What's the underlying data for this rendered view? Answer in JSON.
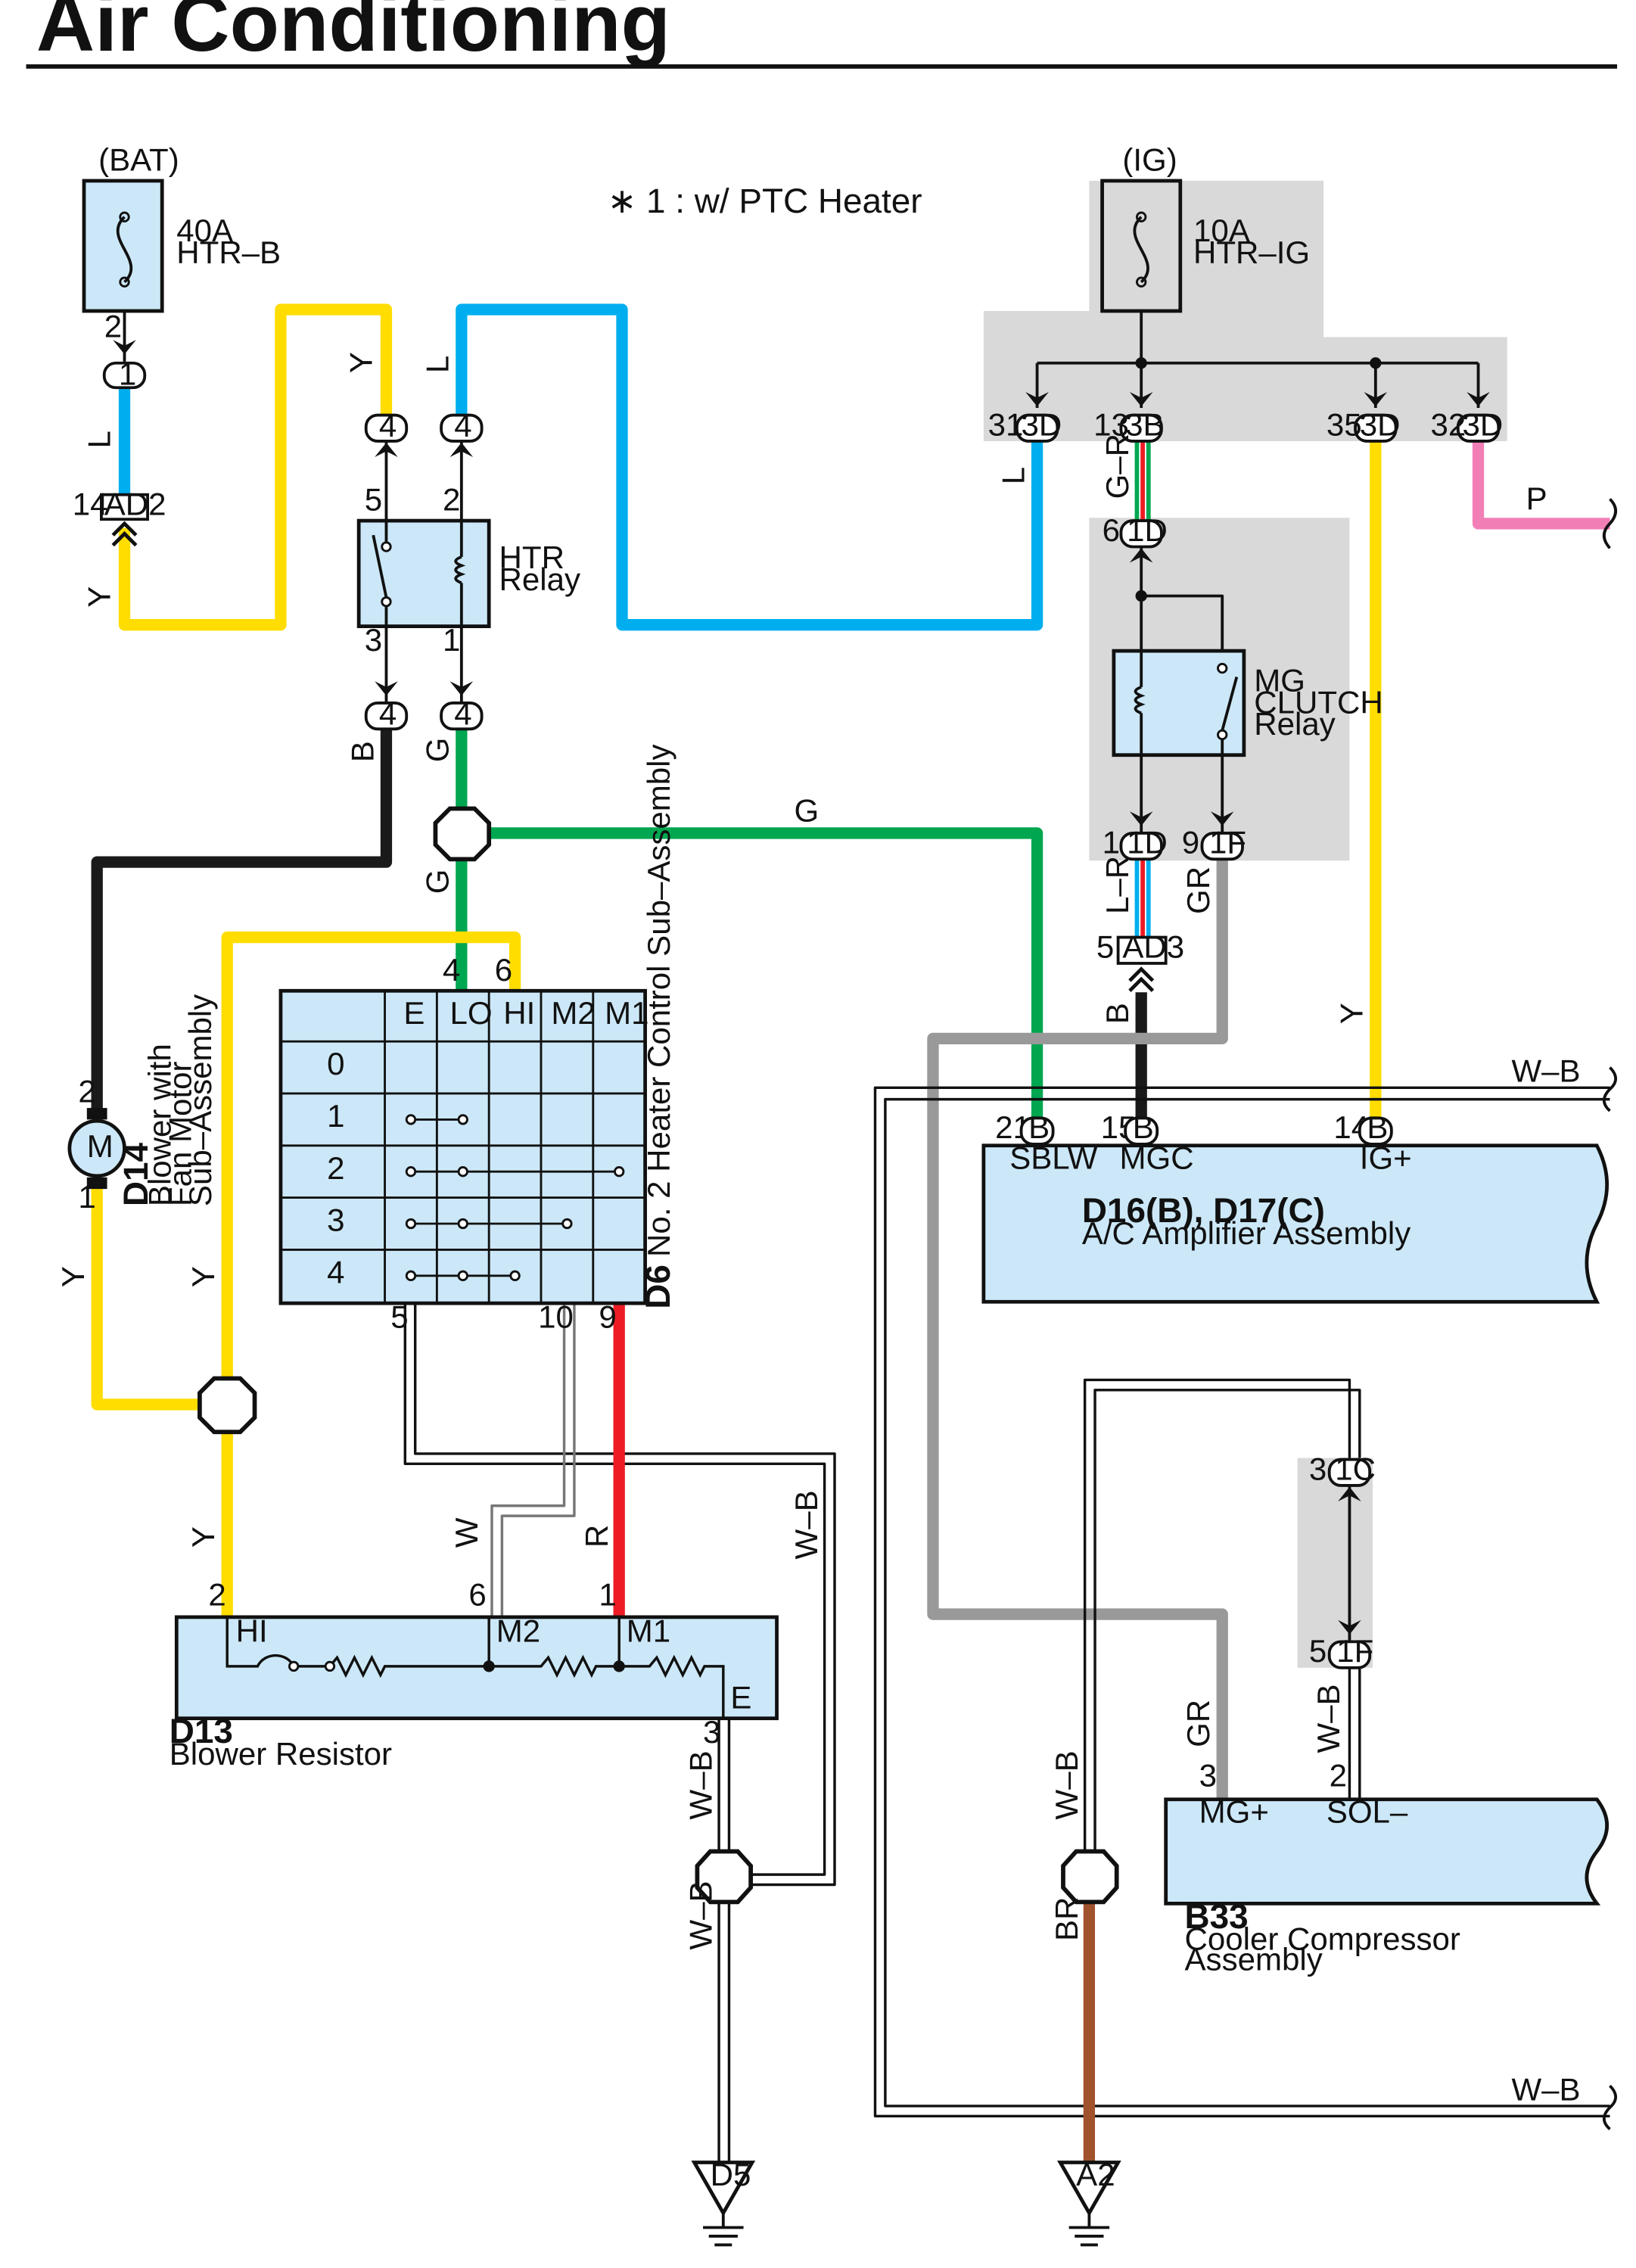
{
  "title": "Air Conditioning",
  "note": "∗ 1 : w/ PTC Heater",
  "sources": {
    "bat": "(BAT)",
    "ig": "(IG)"
  },
  "fuses": {
    "htr_b": {
      "rating": "40A",
      "name": "HTR–B"
    },
    "htr_ig": {
      "rating": "10A",
      "name": "HTR–IG"
    }
  },
  "connectors": {
    "c1": "1",
    "ad2": "AD2",
    "ad2_pin": "14",
    "r4": "4",
    "d3_a": "3D",
    "d3_b": "3B",
    "d3_c": "3D",
    "d3_d": "3D",
    "d3_a_pin": "31",
    "d3_b_pin": "13",
    "d3_c_pin": "35",
    "d3_d_pin": "32",
    "d1_top": "1D",
    "d1_top_pin": "6",
    "d1_bot": "1D",
    "d1_bot_pin": "1",
    "f1": "1F",
    "f1_pin": "9",
    "ad3": "AD3",
    "ad3_pin": "5",
    "b": "B",
    "c1c": "1C",
    "c1c_pin": "3",
    "f1b": "1F",
    "f1b_pin": "5",
    "d5": "D5",
    "a2": "A2"
  },
  "pins": {
    "bat2": "2",
    "relay5": "5",
    "relay2": "2",
    "relay3": "3",
    "relay1": "1",
    "sw4": "4",
    "sw6": "6",
    "sw5": "5",
    "sw10": "10",
    "sw9": "9",
    "blower2": "2",
    "blower1": "1",
    "res2": "2",
    "res6": "6",
    "res1": "1",
    "res3": "3",
    "amp21": "21",
    "amp15": "15",
    "amp14": "14",
    "comp3": "3",
    "comp2": "2"
  },
  "wires": {
    "L": "L",
    "Y": "Y",
    "B": "B",
    "G": "G",
    "GR_dash": "G–R",
    "LR_dash": "L–R",
    "GR": "GR",
    "P": "P",
    "W": "W",
    "R": "R",
    "WB": "W–B",
    "BR": "BR"
  },
  "htr_relay": {
    "line1": "HTR",
    "line2": "Relay"
  },
  "mg_relay": {
    "line1": "MG",
    "line2": "CLUTCH",
    "line3": "Relay"
  },
  "heater_control": {
    "id": "D6",
    "name": "No. 2 Heater Control Sub–Assembly",
    "columns": [
      "E",
      "LO",
      "HI",
      "M2",
      "M1"
    ],
    "rows": [
      "0",
      "1",
      "2",
      "3",
      "4"
    ]
  },
  "blower_motor": {
    "id": "D14",
    "line1": "Blower with",
    "line2": "Fan Motor",
    "line3": "Sub–Assembly",
    "symbol": "M"
  },
  "blower_resistor": {
    "id": "D13",
    "name": "Blower Resistor",
    "terminals": [
      "HI",
      "M2",
      "M1",
      "E"
    ]
  },
  "amplifier": {
    "id": "D16(B), D17(C)",
    "name": "A/C Amplifier Assembly",
    "terminals": [
      "SBLW",
      "MGC",
      "IG+"
    ]
  },
  "compressor": {
    "id": "B33",
    "line1": "Cooler Compressor",
    "line2": "Assembly",
    "terminals": [
      "MG+",
      "SOL–"
    ]
  },
  "colors": {
    "yellow": "#ffdd00",
    "blue": "#00aeef",
    "green": "#00a650",
    "black": "#1a1a1a",
    "gray": "#999999",
    "red": "#ed1c24",
    "pink": "#f27eb6",
    "brown": "#a0522d",
    "component": "#cce8f8",
    "shade": "#d9d9d9"
  }
}
